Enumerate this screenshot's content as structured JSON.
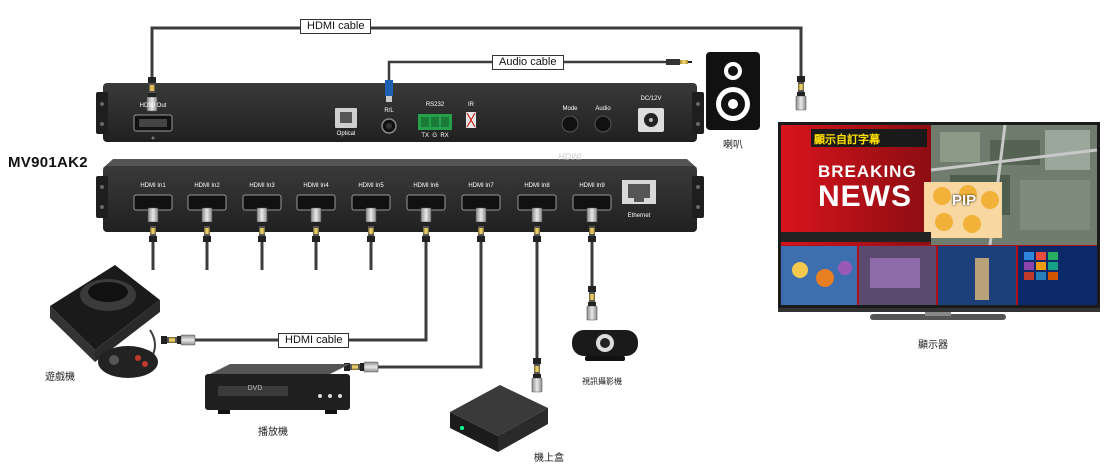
{
  "product": {
    "model": "MV901AK2"
  },
  "cables": {
    "hdmi_top": "HDMI cable",
    "audio": "Audio cable",
    "hdmi_bottom": "HDMI cable"
  },
  "back_panel": {
    "hdmi_out": "HDMI Out",
    "optical": "Optical",
    "rl": "R/L",
    "rs232": "RS232",
    "rs232_pins": "TX  G  RX",
    "ir": "IR",
    "mode": "Mode",
    "audio": "Audio",
    "power": "DC/12V"
  },
  "front_panel": {
    "inputs": [
      "HDMI In1",
      "HDMI In2",
      "HDMI In3",
      "HDMI In4",
      "HDMI In5",
      "HDMI In6",
      "HDMI In7",
      "HDMI In8",
      "HDMI In9"
    ],
    "ethernet": "Ethernet",
    "logo": "HDMI"
  },
  "devices": {
    "speaker": "喇叭",
    "display": "顯示器",
    "game_console": "遊戲機",
    "dvd_player": "播放機",
    "dvd_tag": "DVD",
    "set_top_box": "機上盒",
    "camera": "視訊攝影機"
  },
  "screen": {
    "caption": "顯示自訂字幕",
    "breaking": "BREAKING",
    "news": "NEWS",
    "pip": "PIP"
  },
  "colors": {
    "panel": "#2b2b2b",
    "panel_light": "#3a3a3a",
    "cable": "#3d3d3d",
    "news_red": "#c4141a",
    "caption_yellow": "#ffe000"
  }
}
